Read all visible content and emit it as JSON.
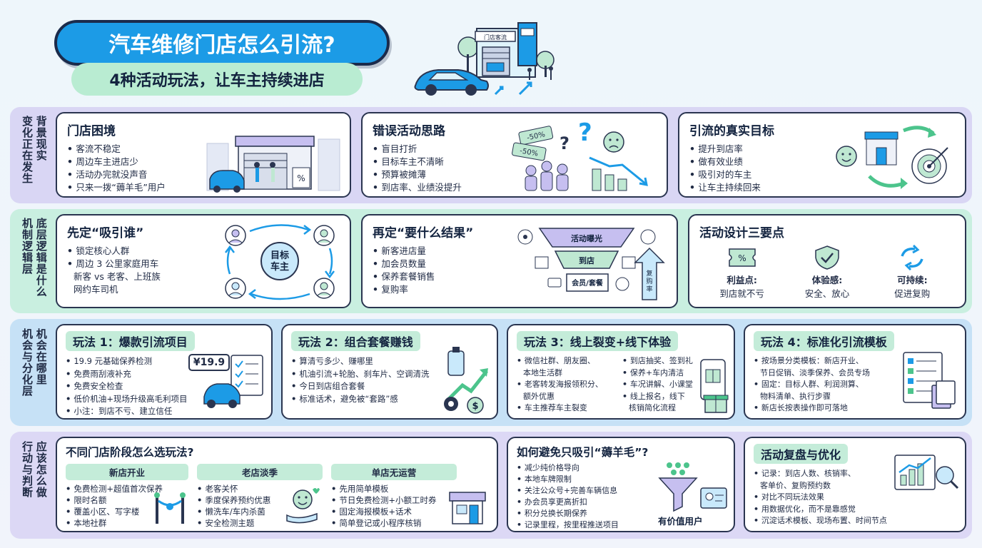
{
  "header": {
    "title": "汽车维修门店怎么引流?",
    "subtitle": "4种活动玩法，让车主持续进店",
    "storefront_sign": "门店客流"
  },
  "rows": [
    {
      "label": [
        "背景现实",
        "变化正在发生"
      ],
      "cards": [
        {
          "title": "门店困境",
          "items": [
            "客流不稳定",
            "周边车主进店少",
            "活动办完就没声音",
            "只来一拨“薅羊毛”用户"
          ]
        },
        {
          "title": "错误活动思路",
          "items": [
            "盲目打折",
            "目标车主不清晰",
            "预算被摊薄",
            "到店率、业绩没提升"
          ],
          "tags": [
            "-50%",
            "-50%"
          ]
        },
        {
          "title": "引流的真实目标",
          "items": [
            "提升到店率",
            "做有效业绩",
            "吸引对的车主",
            "让车主持续回来"
          ]
        }
      ]
    },
    {
      "label": [
        "底层逻辑是什么",
        "机制逻辑层"
      ],
      "cards": [
        {
          "title": "先定“吸引谁”",
          "items": [
            "锁定核心人群",
            "周边 3 公里家庭用车",
            "新客 vs 老客、上班族",
            "网约车司机"
          ],
          "center": "目标车主"
        },
        {
          "title": "再定“要什么结果”",
          "items": [
            "新客进店量",
            "加会员数量",
            "保养套餐销售",
            "复购率"
          ],
          "funnel": [
            "活动曝光",
            "到店",
            "会员/套餐"
          ],
          "arrow": "复购率"
        },
        {
          "title": "活动设计三要点",
          "points": [
            {
              "label": "利益点:",
              "desc": "到店就不亏"
            },
            {
              "label": "体验感:",
              "desc": "安全、放心"
            },
            {
              "label": "可持续:",
              "desc": "促进复购"
            }
          ]
        }
      ]
    },
    {
      "label": [
        "机会在哪里",
        "机会与分化层"
      ],
      "cards": [
        {
          "title": "玩法 1：爆款引流项目",
          "items": [
            "19.9 元基础保养检测",
            "免费雨刮液补充",
            "免费安全检查",
            "低价机油+现场升级高毛利项目",
            "小注：到店不亏、建立信任"
          ],
          "price": "¥19.9"
        },
        {
          "title": "玩法 2：组合套餐赚钱",
          "items": [
            "算清亏多少、赚哪里",
            "机油引流+轮胎、刹车片、空调清洗",
            "今日到店组合套餐",
            "标准话术，避免被“套路”感"
          ]
        },
        {
          "title": "玩法 3：线上裂变+线下体验",
          "left": [
            "微信社群、朋友圈、",
            "本地生活群",
            "老客转发海报领积分、",
            "额外优惠",
            "车主推荐车主裂变"
          ],
          "right": [
            "到店抽奖、签到礼",
            "保养+车内清洁",
            "车况讲解、小课堂",
            "线上报名，线下",
            "核销简化流程"
          ]
        },
        {
          "title": "玩法 4：标准化引流模板",
          "items": [
            "按场景分类模板：新店开业、",
            "节日促销、淡季保养、会员专场",
            "固定：目标人群、利润测算、",
            "物料清单、执行步骤",
            "新店长按表操作即可落地"
          ]
        }
      ]
    },
    {
      "label": [
        "应该怎么做",
        "行动与判断"
      ],
      "cards": [
        {
          "title": "不同门店阶段怎么选玩法?",
          "columns": [
            {
              "head": "新店开业",
              "items": [
                "免费检测+超值首次保养",
                "限时名额",
                "覆盖小区、写字楼",
                "本地社群"
              ]
            },
            {
              "head": "老店淡季",
              "items": [
                "老客关怀",
                "季度保养预约优惠",
                "懒洗车/车内杀菌",
                "安全检测主题"
              ]
            },
            {
              "head": "单店无运营",
              "items": [
                "先用简单模板",
                "节日免费检测+小额工时券",
                "固定海报模板+话术",
                "简单登记或小程序核销"
              ]
            }
          ]
        },
        {
          "title": "如何避免只吸引“薅羊毛”?",
          "items": [
            "减少纯价格导向",
            "本地车牌限制",
            "关注公众号+完善车辆信息",
            "办会员享更高折扣",
            "积分兑换长期保养",
            "记录里程，按里程推送项目"
          ],
          "caption": "有价值用户"
        },
        {
          "title": "活动复盘与优化",
          "items": [
            "记录：到店人数、核销率、",
            "客单价、复购预约数",
            "对比不同玩法效果",
            "用数据优化，而不是靠感觉",
            "沉淀话术模板、现场布置、时间节点"
          ]
        }
      ]
    }
  ]
}
